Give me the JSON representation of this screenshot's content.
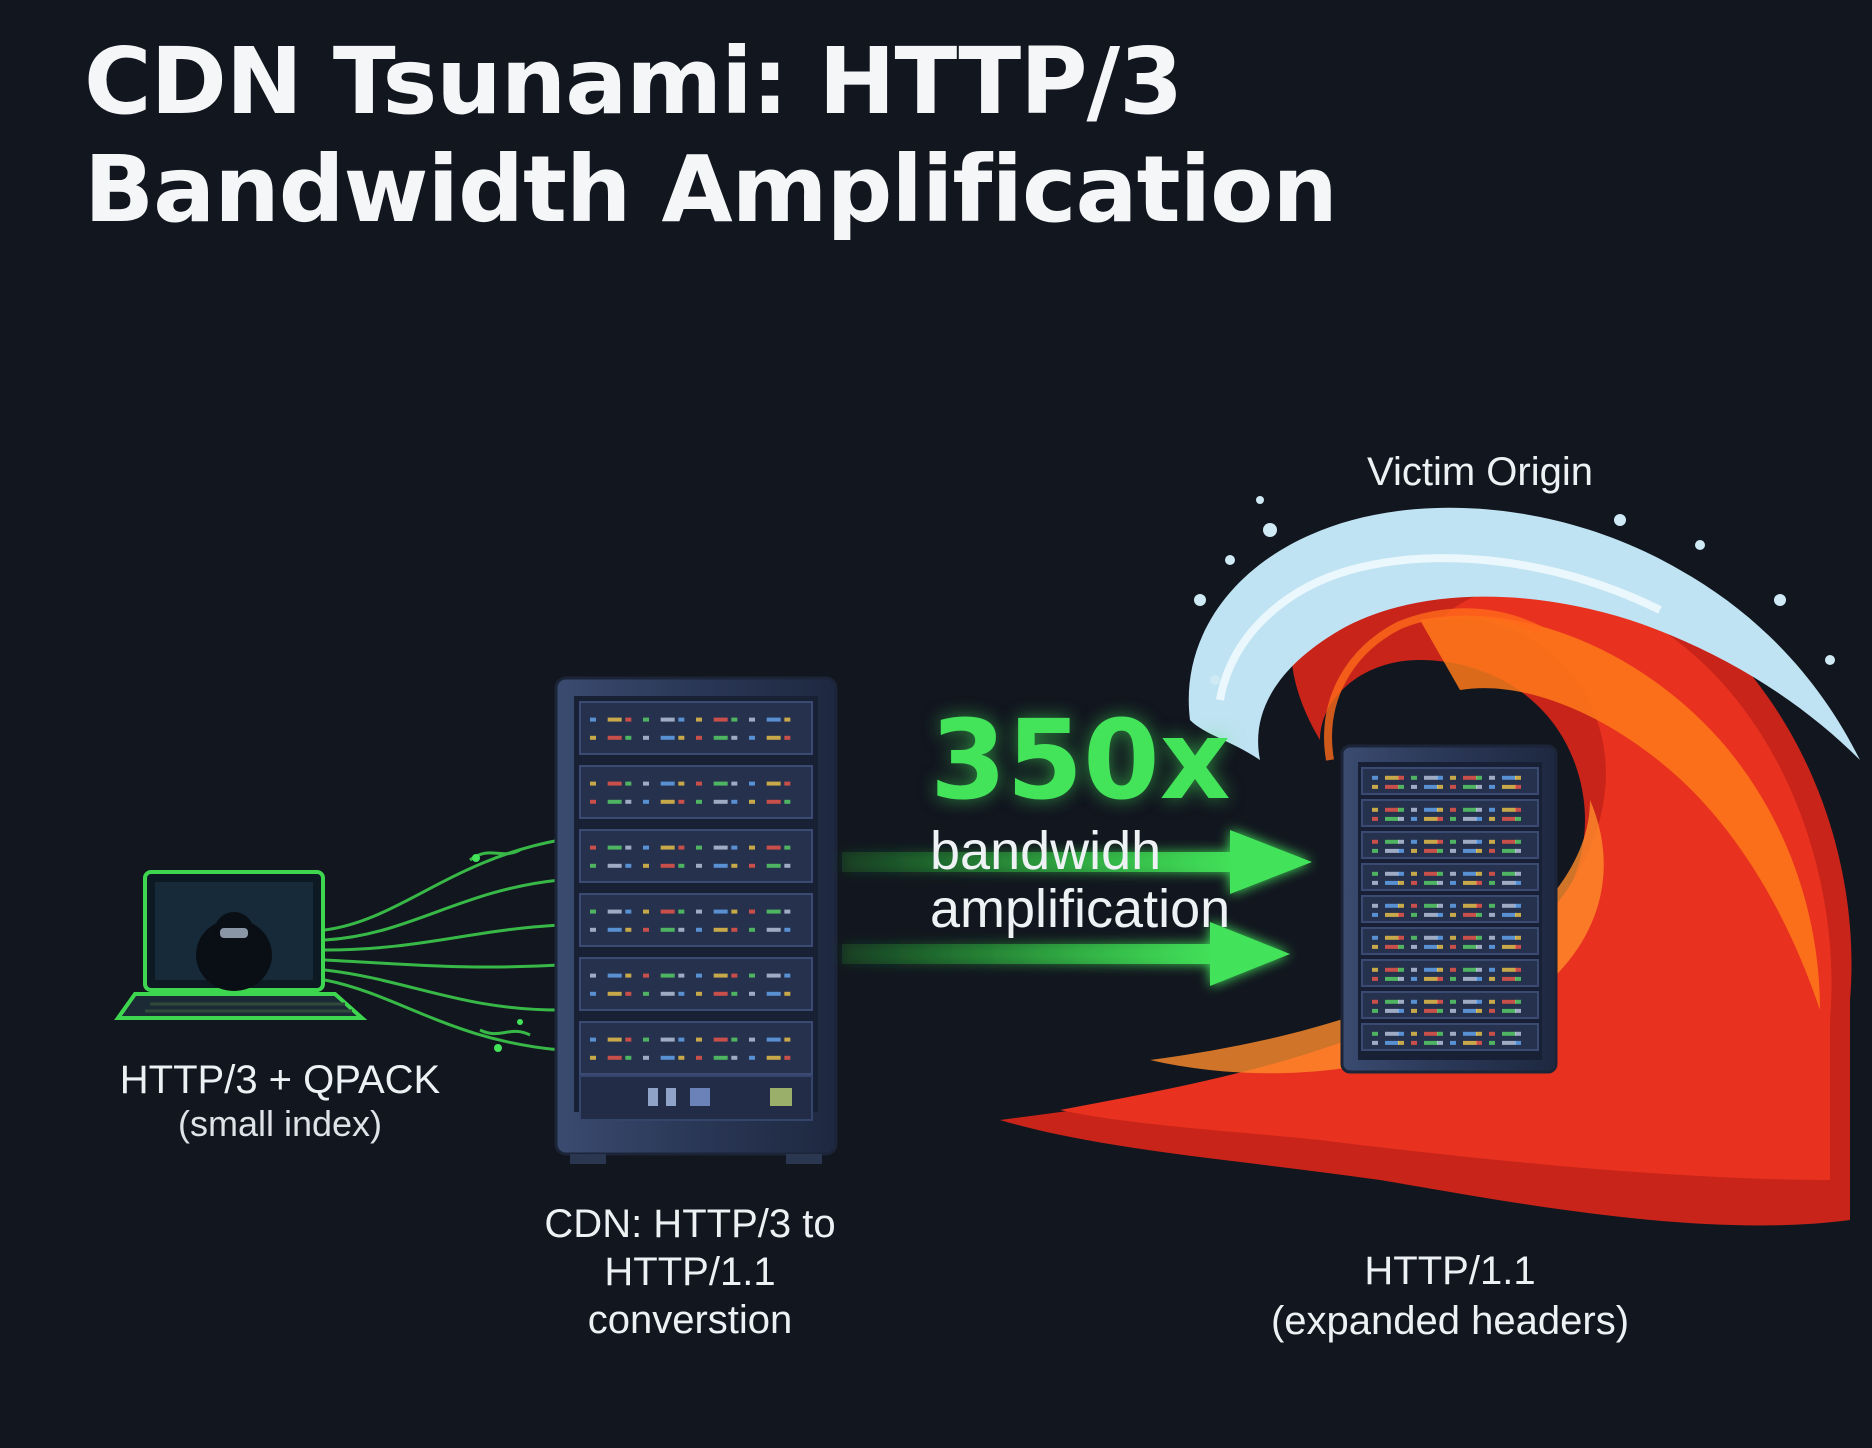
{
  "title": "CDN Tsunami: HTTP/3 Bandwidth Amplification",
  "attacker": {
    "label": "HTTP/3 + QPACK",
    "sublabel": "(small index)"
  },
  "cdn": {
    "label": "CDN: HTTP/3 to HTTP/1.1 converstion"
  },
  "amplification": {
    "factor": "350x",
    "text": "bandwidh amplification"
  },
  "victim": {
    "label": "Victim Origin",
    "protocol": "HTTP/1.1",
    "detail": "(expanded headers)"
  },
  "colors": {
    "background": "#12161f",
    "accent_green": "#43e35a",
    "wave_red": "#e8321f",
    "wave_orange": "#ff7a1a",
    "foam": "#bfe3f2",
    "server_blue": "#2a3a5c"
  },
  "icons": [
    "hacker-laptop-icon",
    "cdn-server-icon",
    "victim-server-icon",
    "tsunami-wave-icon",
    "arrow-right-icon"
  ]
}
